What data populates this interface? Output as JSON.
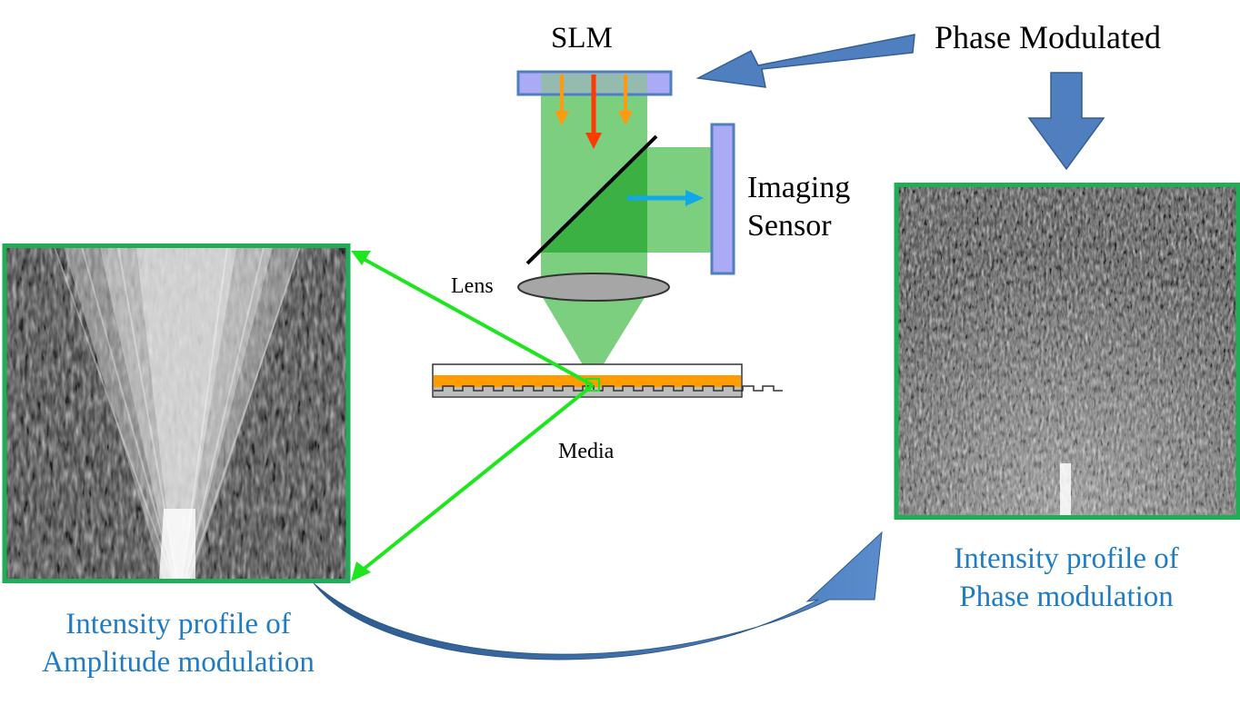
{
  "labels": {
    "slm": "SLM",
    "phase_modulated": "Phase Modulated",
    "imaging_line1": "Imaging",
    "imaging_line2": "Sensor",
    "lens": "Lens",
    "media": "Media"
  },
  "captions": {
    "left_line1": "Intensity profile of",
    "left_line2": "Amplitude modulation",
    "right_line1": "Intensity profile of",
    "right_line2": "Phase modulation"
  },
  "colors": {
    "panel_border": "#1fae55",
    "beam": "#7ccf7e",
    "beam_dark": "#3bb143",
    "slm_fill": "#aaaaf5",
    "slm_border": "#4f7fbf",
    "arrow_blue": "#4f7fbf",
    "arrow_red": "#ff3a00",
    "arrow_orange": "#ff9a10",
    "arrow_cyan": "#10a8e8",
    "ray_green": "#1ee61e",
    "media_orange": "#ff9c00",
    "lens_fill": "#a6a6a6",
    "caption_blue": "#1f7cc4"
  }
}
